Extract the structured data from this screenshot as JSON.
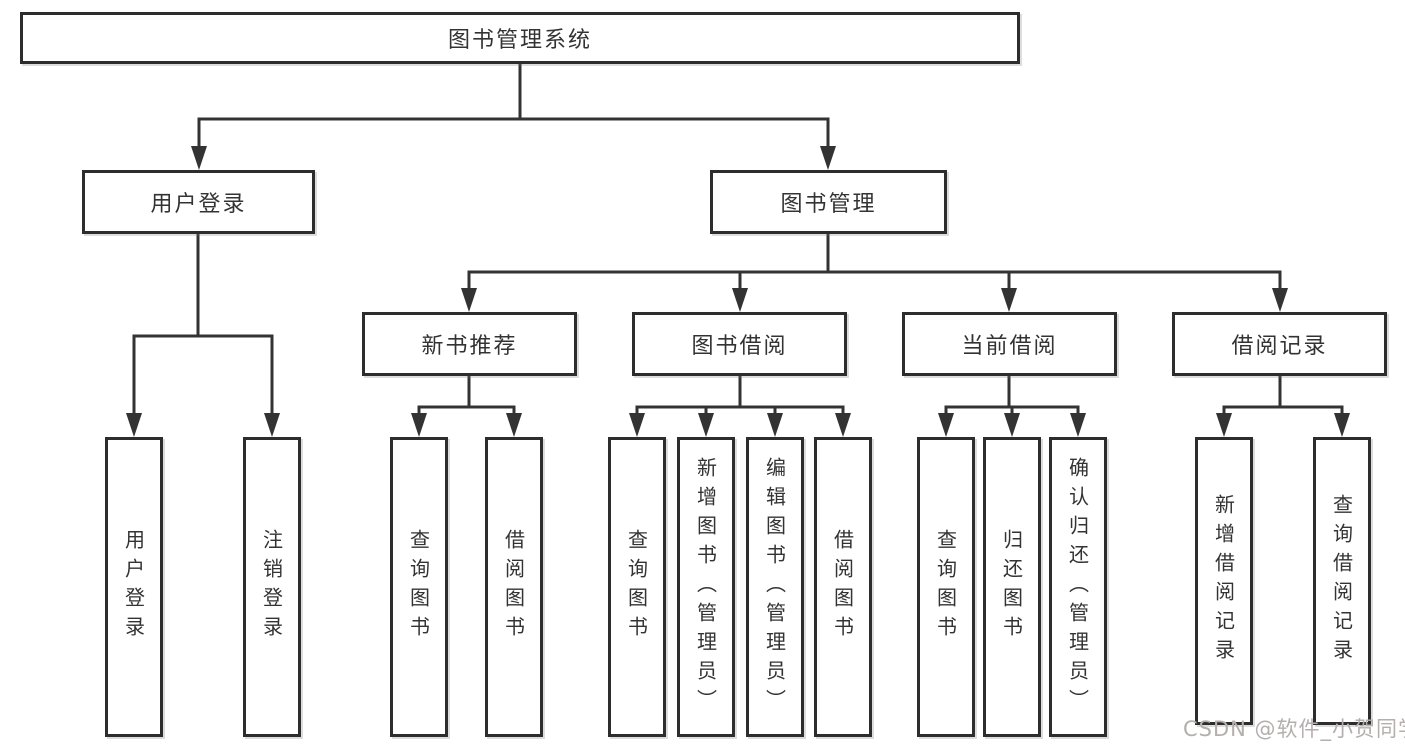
{
  "diagram": {
    "root_label": "图书管理系统",
    "level2": [
      {
        "label": "用户登录",
        "leaves": [
          "用户登录",
          "注销登录"
        ]
      },
      {
        "label": "图书管理",
        "groups": [
          {
            "label": "新书推荐",
            "leaves": [
              "查询图书",
              "借阅图书"
            ]
          },
          {
            "label": "图书借阅",
            "leaves": [
              "查询图书",
              "新增图书（管理员）",
              "编辑图书（管理员）",
              "借阅图书"
            ]
          },
          {
            "label": "当前借阅",
            "leaves": [
              "查询图书",
              "归还图书",
              "确认归还（管理员）"
            ]
          },
          {
            "label": "借阅记录",
            "leaves": [
              "新增借阅记录",
              "查询借阅记录"
            ]
          }
        ]
      }
    ]
  },
  "colors": {
    "line": "#333333",
    "box_border": "#2d2d2d",
    "text": "#333333",
    "background": "#ffffff",
    "watermark": "#b5aeae"
  },
  "watermark": {
    "text": "CSDN @软件_小贺同学"
  }
}
